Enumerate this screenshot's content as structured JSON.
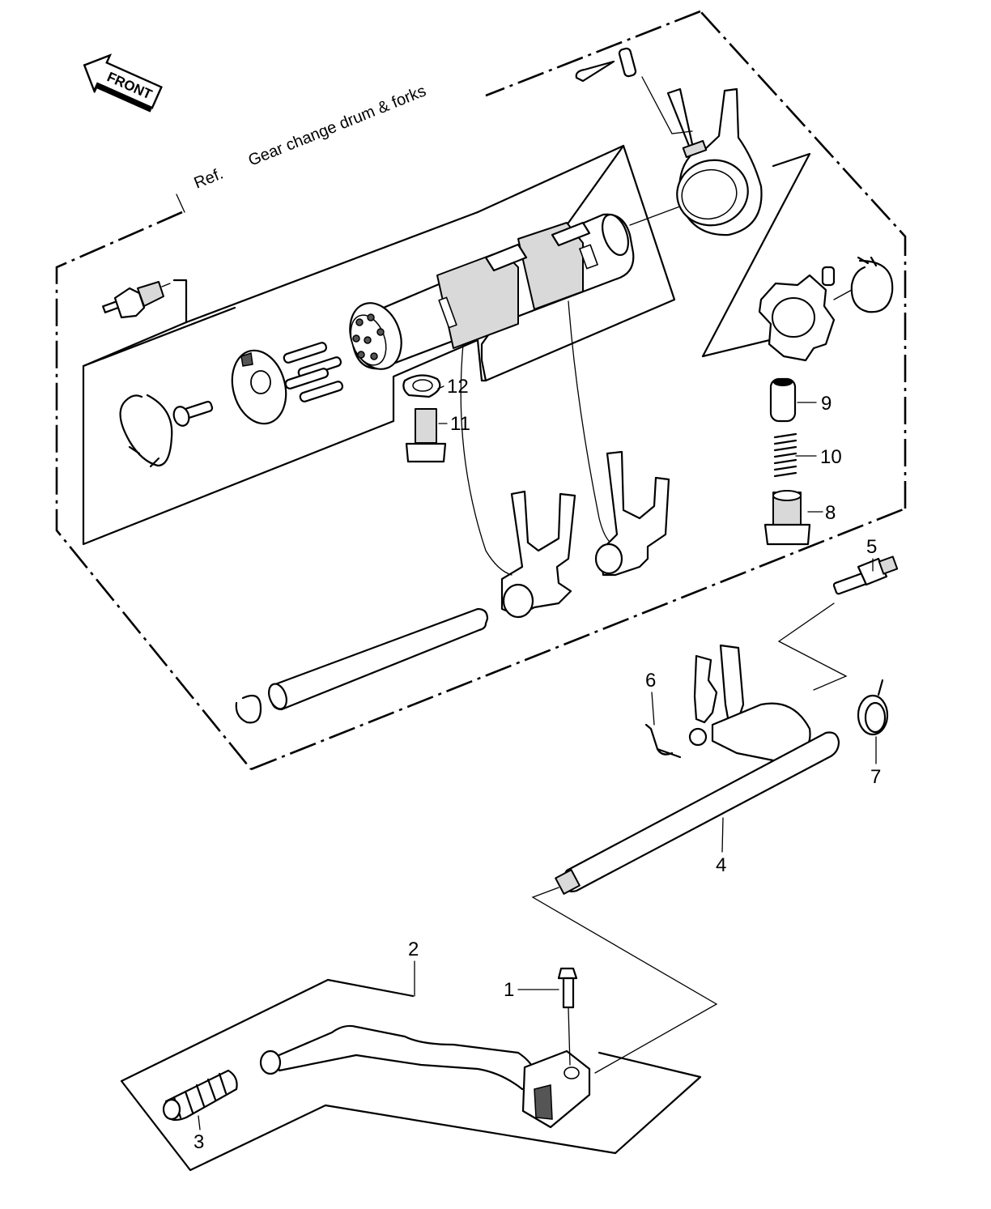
{
  "front_label": "FRONT",
  "ref_label": "Ref.",
  "ref_text": "Gear change drum & forks",
  "callouts": {
    "c1": "1",
    "c2": "2",
    "c3": "3",
    "c4": "4",
    "c5": "5",
    "c6": "6",
    "c7": "7",
    "c8": "8",
    "c9": "9",
    "c10": "10",
    "c11": "11",
    "c12": "12"
  }
}
